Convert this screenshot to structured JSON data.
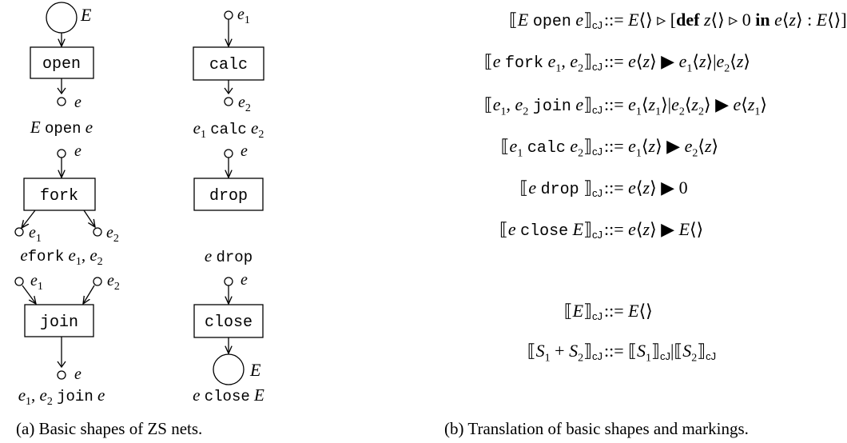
{
  "left_panel": {
    "caption": "(a) Basic shapes of ZS nets.",
    "shapes": {
      "open": {
        "box_label": "open",
        "place_top": "E",
        "place_out": "e",
        "expr": [
          "E ",
          "open",
          " e"
        ]
      },
      "calc": {
        "box_label": "calc",
        "place_in": "e1",
        "place_out": "e2",
        "expr": [
          "e1 ",
          "calc",
          " e2"
        ]
      },
      "fork": {
        "box_label": "fork",
        "place_in": "e",
        "place_out_left": "e1",
        "place_out_right": "e2",
        "expr": [
          "e ",
          "fork",
          " e1, e2"
        ]
      },
      "drop": {
        "box_label": "drop",
        "place_in": "e",
        "expr": [
          "e ",
          "drop",
          ""
        ]
      },
      "join": {
        "box_label": "join",
        "place_in_left": "e1",
        "place_in_right": "e2",
        "place_out": "e",
        "expr": [
          "e1, e2 ",
          "join",
          " e"
        ]
      },
      "close": {
        "box_label": "close",
        "place_in": "e",
        "place_bottom": "E",
        "expr": [
          "e ",
          "close",
          " E"
        ]
      }
    }
  },
  "right_panel": {
    "caption": "(b) Translation of basic shapes and markings.",
    "rules": [
      {
        "id": "open",
        "lhs": [
          "⟦",
          "E ",
          "open",
          " e",
          "⟧",
          "cJ"
        ],
        "rhs": "::= E⟨⟩ ▹ [def z⟨⟩ ▹ 0 in e⟨z⟩ : E⟨⟩]"
      },
      {
        "id": "fork",
        "lhs": [
          "⟦",
          "e ",
          "fork",
          " e1, e2",
          "⟧",
          "cJ"
        ],
        "rhs": "::= e⟨z⟩ ▶ e1⟨z⟩|e2⟨z⟩"
      },
      {
        "id": "join",
        "lhs": [
          "⟦",
          "e1, e2 ",
          "join",
          " e",
          "⟧",
          "cJ"
        ],
        "rhs": "::= e1⟨z1⟩|e2⟨z2⟩ ▶ e⟨z1⟩"
      },
      {
        "id": "calc",
        "lhs": [
          "⟦",
          "e1 ",
          "calc",
          " e2",
          "⟧",
          "cJ"
        ],
        "rhs": "::= e1⟨z⟩ ▶ e2⟨z⟩"
      },
      {
        "id": "drop",
        "lhs": [
          "⟦",
          "e ",
          "drop",
          " ",
          "⟧",
          "cJ"
        ],
        "rhs": "::= e⟨z⟩ ▶ 0"
      },
      {
        "id": "close",
        "lhs": [
          "⟦",
          "e ",
          "close",
          " E",
          "⟧",
          "cJ"
        ],
        "rhs": "::= e⟨z⟩ ▶ E⟨⟩"
      },
      {
        "id": "marking",
        "lhs": [
          "⟦",
          "E",
          "",
          "",
          "⟧",
          "cJ"
        ],
        "rhs": "::= E⟨⟩"
      },
      {
        "id": "sum",
        "lhs": [
          "⟦",
          "S1 + S2",
          "",
          "",
          "⟧",
          "cJ"
        ],
        "rhs": "::= ⟦S1⟧cJ|⟦S2⟧cJ"
      }
    ]
  }
}
